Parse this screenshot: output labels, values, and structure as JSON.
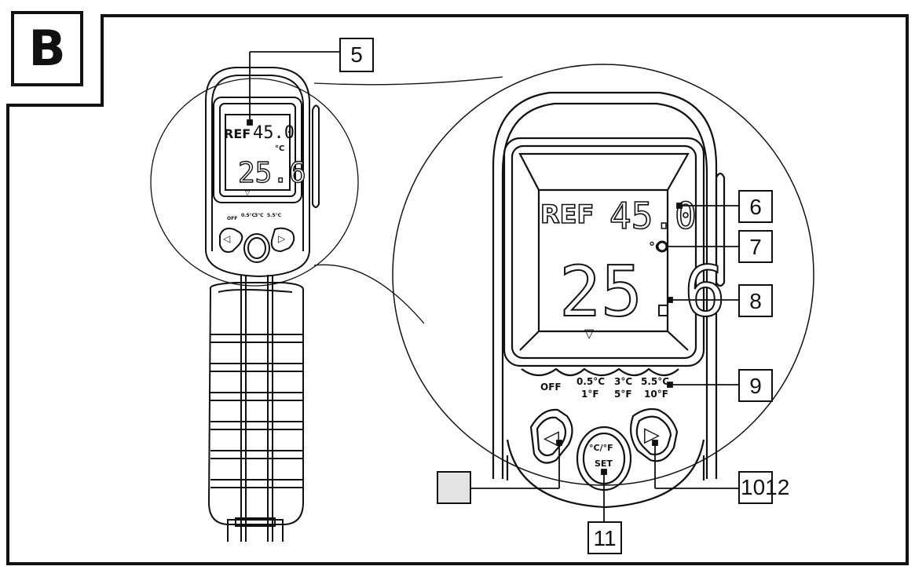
{
  "panel_letter": "B",
  "callouts": {
    "c5": "5",
    "c6": "6",
    "c7": "7",
    "c8": "8",
    "c9": "9",
    "c10_12": "1012",
    "c11": "11",
    "c_blank": ""
  },
  "small_display": {
    "mode": "REF",
    "ref_value": "45.0",
    "unit": "°C",
    "reading": "25.6"
  },
  "large_display": {
    "mode": "REF",
    "ref_value": "45.0",
    "unit": "°C",
    "reading": "25.6",
    "indicator": "▽"
  },
  "buttons": {
    "left": "◁",
    "right": "▷",
    "center_top": "°C/°F",
    "center_bottom": "SET"
  },
  "scale_labels": [
    {
      "top": "OFF",
      "bottom": ""
    },
    {
      "top": "0.5°C",
      "bottom": "1°F"
    },
    {
      "top": "3°C",
      "bottom": "5°F"
    },
    {
      "top": "5.5°C",
      "bottom": "10°F"
    }
  ],
  "colors": {
    "line": "#111111",
    "callout_gray": "#e3e3e3",
    "background": "#ffffff"
  }
}
